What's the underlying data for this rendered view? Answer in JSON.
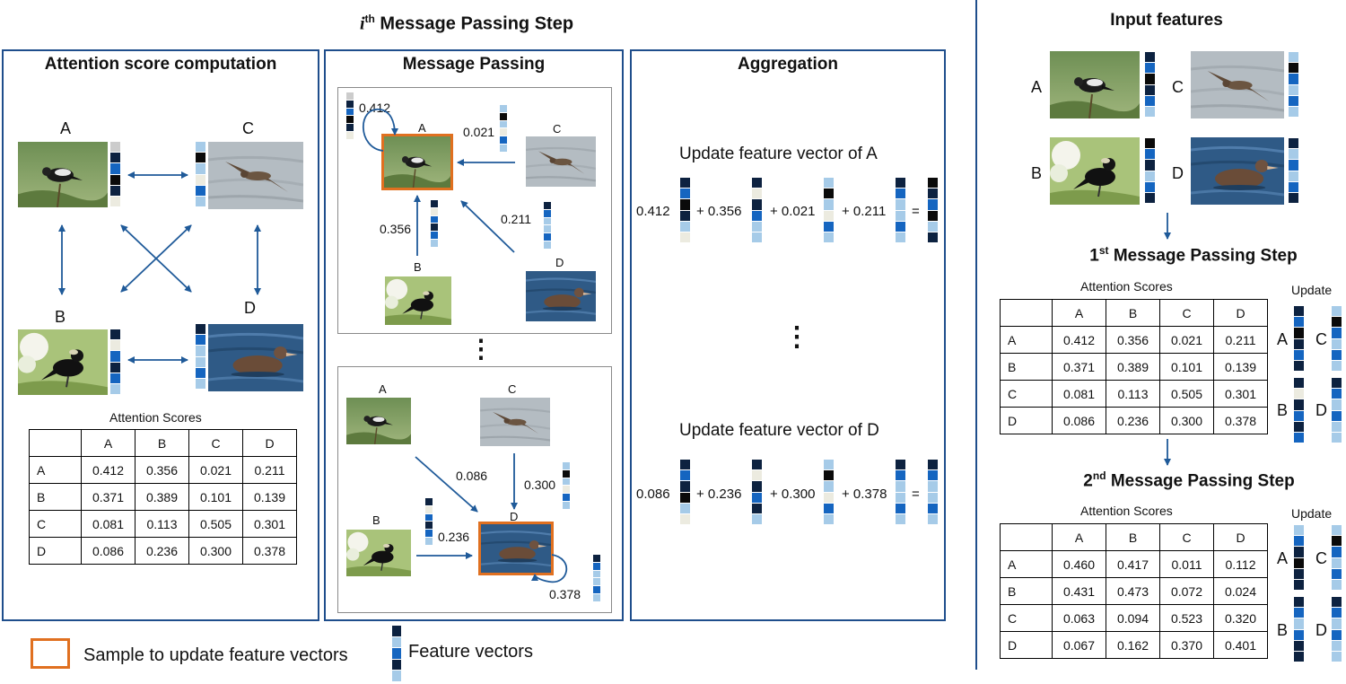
{
  "main_title": "i",
  "main_title_sup": "th",
  "main_title_rest": " Message Passing Step",
  "panels": {
    "attention": {
      "title": "Attention score computation"
    },
    "message": {
      "title": "Message Passing"
    },
    "aggregation": {
      "title": "Aggregation"
    }
  },
  "nodes": [
    "A",
    "B",
    "C",
    "D"
  ],
  "attention_table": {
    "title": "Attention Scores",
    "headers": [
      "",
      "A",
      "B",
      "C",
      "D"
    ],
    "rows": [
      [
        "A",
        "0.412",
        "0.356",
        "0.021",
        "0.211"
      ],
      [
        "B",
        "0.371",
        "0.389",
        "0.101",
        "0.139"
      ],
      [
        "C",
        "0.081",
        "0.113",
        "0.505",
        "0.301"
      ],
      [
        "D",
        "0.086",
        "0.236",
        "0.300",
        "0.378"
      ]
    ]
  },
  "message_top": {
    "self": "0.412",
    "c": "0.021",
    "b": "0.356",
    "d": "0.211"
  },
  "message_bottom": {
    "a": "0.086",
    "c": "0.300",
    "b": "0.236",
    "self": "0.378"
  },
  "ellipsis": "⋮",
  "aggregation": {
    "a_title": "Update feature vector of A",
    "a_terms": [
      "0.412",
      "+ 0.356",
      "+ 0.021",
      "+ 0.211",
      "="
    ],
    "d_title": "Update feature vector of D",
    "d_terms": [
      "0.086",
      "+ 0.236",
      "+ 0.300",
      "+ 0.378",
      "="
    ]
  },
  "right": {
    "input_title": "Input features",
    "step1": {
      "num": "1",
      "sup": "st",
      "rest": " Message Passing Step"
    },
    "step2": {
      "num": "2",
      "sup": "nd",
      "rest": " Message Passing Step"
    },
    "update_label": "Update",
    "table1": {
      "title": "Attention Scores",
      "headers": [
        "",
        "A",
        "B",
        "C",
        "D"
      ],
      "rows": [
        [
          "A",
          "0.412",
          "0.356",
          "0.021",
          "0.211"
        ],
        [
          "B",
          "0.371",
          "0.389",
          "0.101",
          "0.139"
        ],
        [
          "C",
          "0.081",
          "0.113",
          "0.505",
          "0.301"
        ],
        [
          "D",
          "0.086",
          "0.236",
          "0.300",
          "0.378"
        ]
      ]
    },
    "table2": {
      "title": "Attention Scores",
      "headers": [
        "",
        "A",
        "B",
        "C",
        "D"
      ],
      "rows": [
        [
          "A",
          "0.460",
          "0.417",
          "0.011",
          "0.112"
        ],
        [
          "B",
          "0.431",
          "0.473",
          "0.072",
          "0.024"
        ],
        [
          "C",
          "0.063",
          "0.094",
          "0.523",
          "0.320"
        ],
        [
          "D",
          "0.067",
          "0.162",
          "0.370",
          "0.401"
        ]
      ]
    }
  },
  "legend": {
    "sample": "Sample to update feature vectors",
    "feature": "Feature vectors"
  },
  "colors": {
    "frame": "#1f4e8c",
    "arrow": "#1f5a99",
    "highlight": "#e07020",
    "cell_black": "#0a0a0a",
    "cell_navy": "#0d2240",
    "cell_blue": "#1565c0",
    "cell_light": "#a6cbe8",
    "cell_cream": "#ecebe0"
  },
  "feature_vectors": {
    "A": "ANBKNC",
    "B": "NCBNBL",
    "C": "LKLCBL",
    "D": "NBLLBL",
    "A1": "NBKNBL",
    "B1": "KBNLBN",
    "C1": "LKBLBL",
    "D1": "NLBLBN",
    "AD": "NBNKLC",
    "CD": "LKLCBL",
    "BD": "NCNBNL",
    "DD": "NBLLBL",
    "Aag": "NBKNLC",
    "Bag": "NCNBLL",
    "Cag": "LKLCBL",
    "Dag": "NBLLBL",
    "RAg": "KNBKLN",
    "RDg": "NBLLBL",
    "U1A": "NBKNBN",
    "U1C": "LKBLBL",
    "U1B": "NCNBNB",
    "U1D": "NBLBLL",
    "U2A": "LBNKNN",
    "U2C": "LKBLBL",
    "U2B": "NBLBNN",
    "U2D": "NBLBLL",
    "legend": "NLBNL"
  }
}
